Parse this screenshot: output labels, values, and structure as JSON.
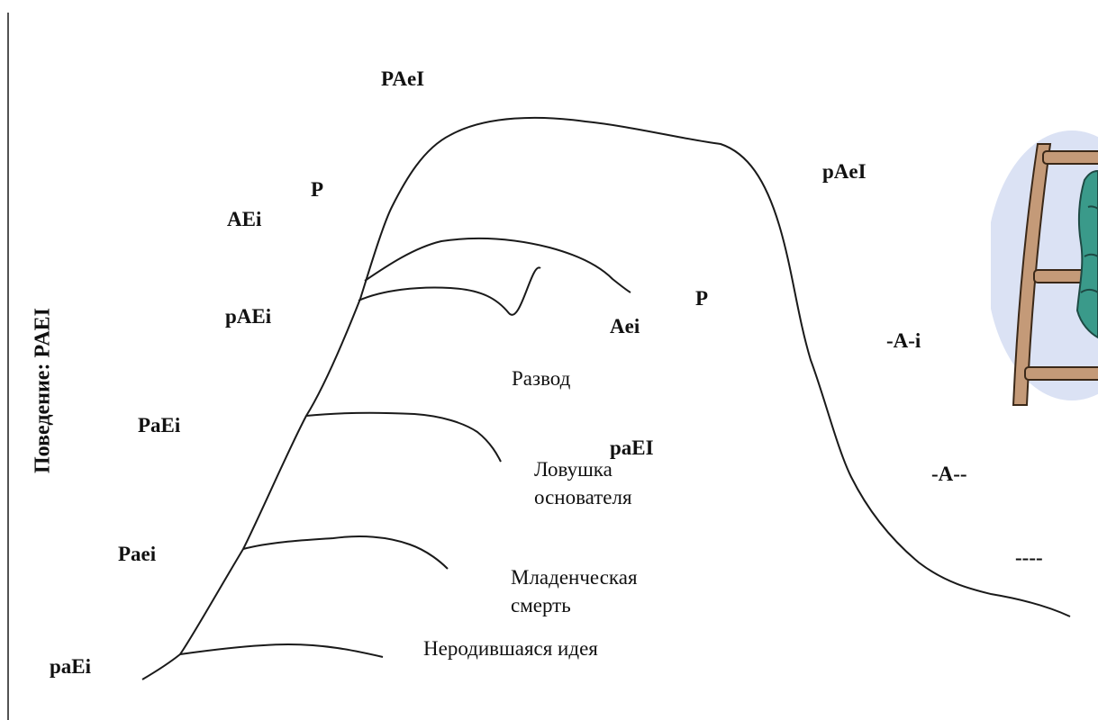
{
  "diagram": {
    "y_axis_label": "Поведение: PAEI",
    "codes": {
      "paEi": "paEi",
      "Paei": "Paei",
      "PaEi": "PaEi",
      "pAEi": "pAEi",
      "AEi": "AEi",
      "P_upper": "P",
      "PAeI": "PAeI",
      "pAeI": "pAeI",
      "P_mid": "P",
      "Aei": "Aei",
      "paEI": "paEI",
      "A_i": "-A-i",
      "A_dashes": "-A--",
      "dashes": "----"
    },
    "failures": {
      "unborn_idea": "Неродившаяся идея",
      "infant_death": "Младенческая смерть",
      "founder_trap": "Ловушка основателя",
      "divorce": "Развод"
    }
  },
  "colors": {
    "line": "#1a1a1a",
    "text": "#111111",
    "ladder_wood": "#c49a78",
    "ladder_outline": "#3a2818",
    "cloud": "#dbe2f4",
    "figure": "#3a9a8a"
  },
  "icons": [
    "ladder-icon"
  ]
}
